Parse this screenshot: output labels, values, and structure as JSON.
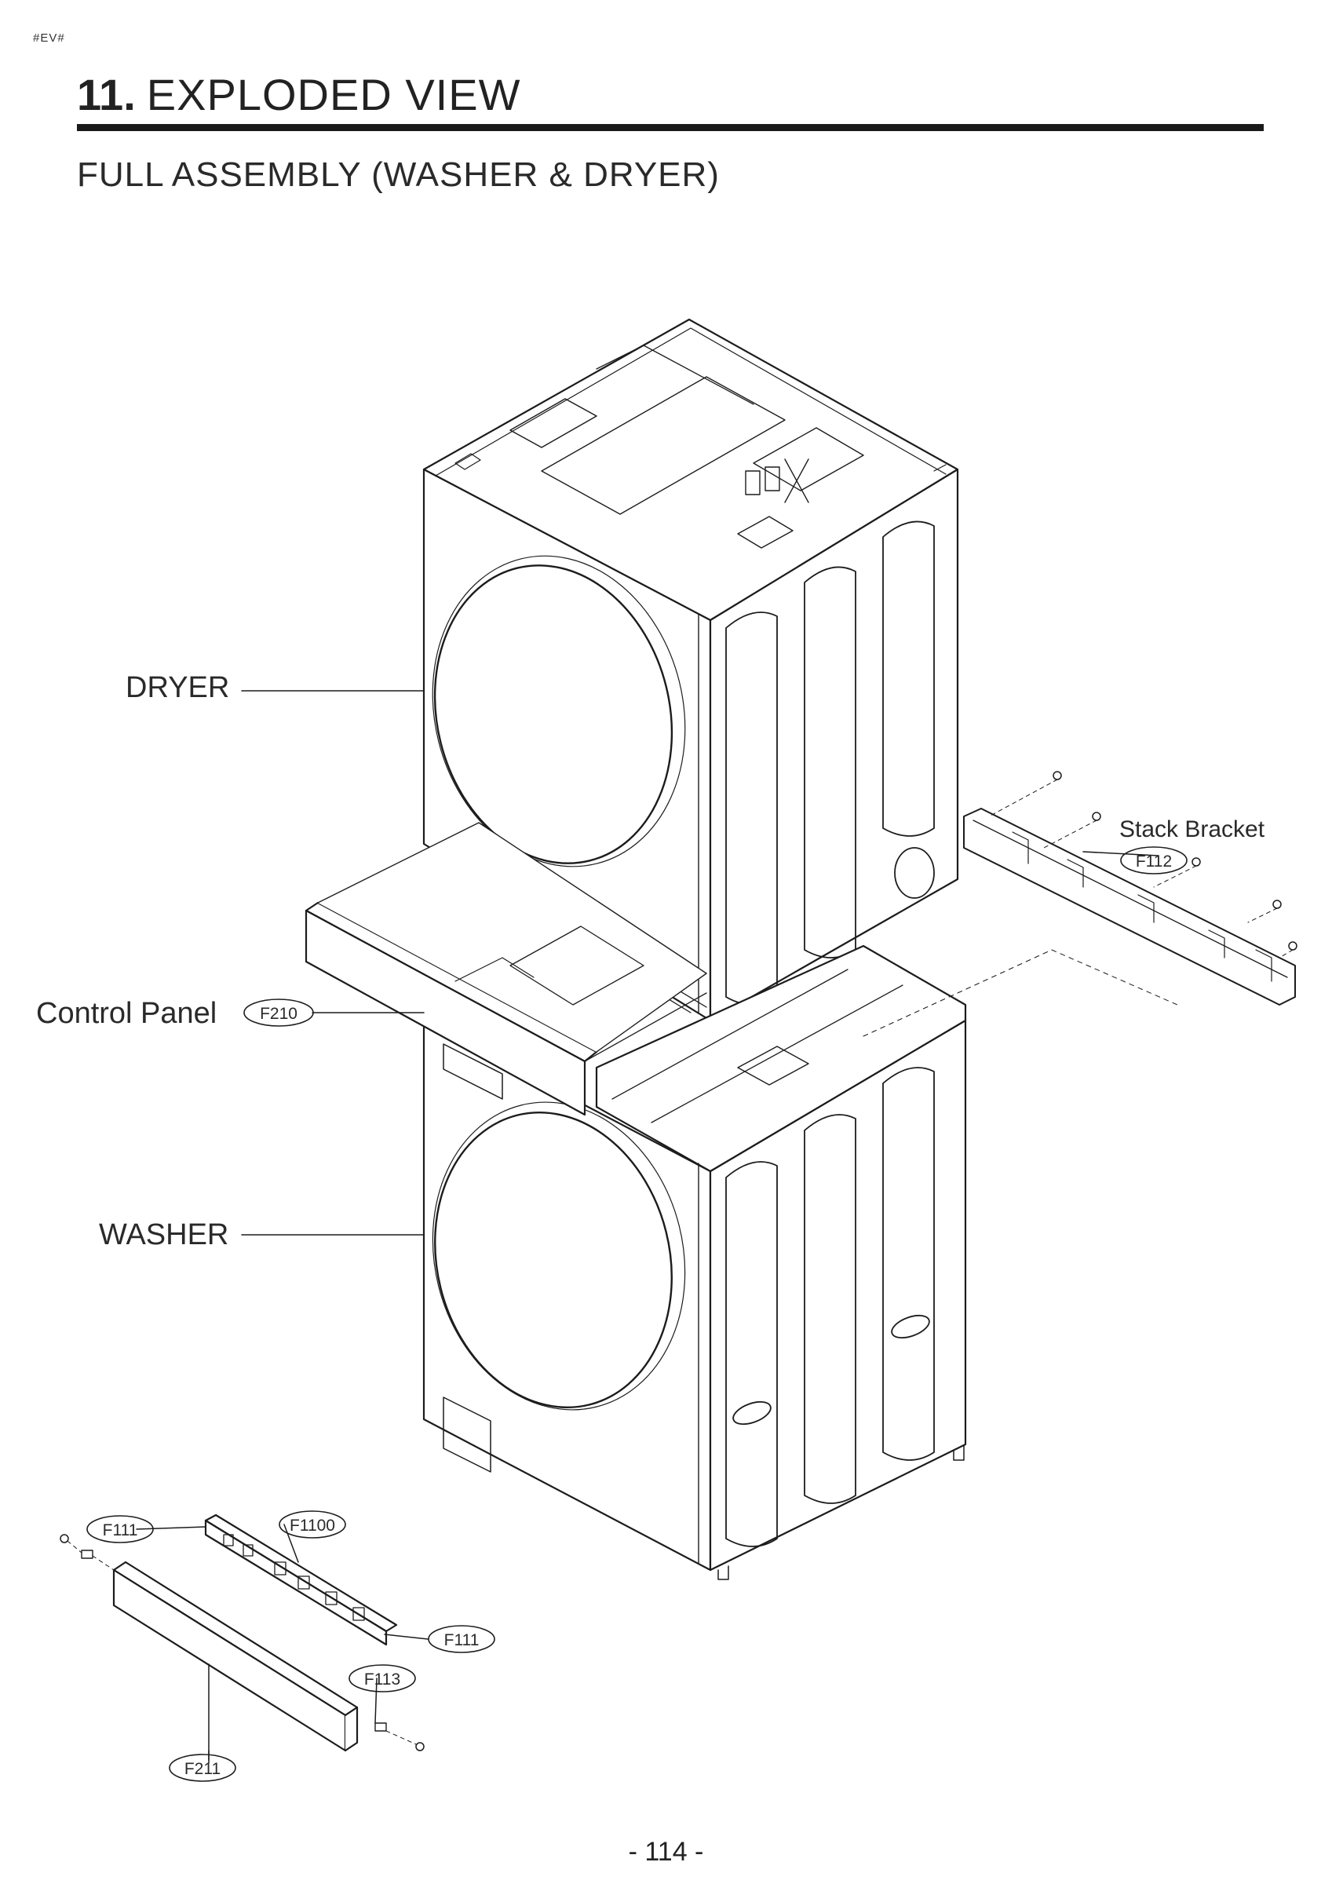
{
  "doc": {
    "tag": "#EV#",
    "section_number": "11.",
    "section_title": "EXPLODED VIEW",
    "subtitle": "FULL ASSEMBLY (WASHER & DRYER)",
    "page_number": "- 114 -"
  },
  "labels": {
    "dryer": "DRYER",
    "washer": "WASHER",
    "control_panel": "Control Panel",
    "stack_bracket": "Stack Bracket"
  },
  "parts": {
    "f210": "F210",
    "f112": "F112",
    "f111_a": "F111",
    "f1100": "F1100",
    "f111_b": "F111",
    "f113": "F113",
    "f211": "F211"
  }
}
